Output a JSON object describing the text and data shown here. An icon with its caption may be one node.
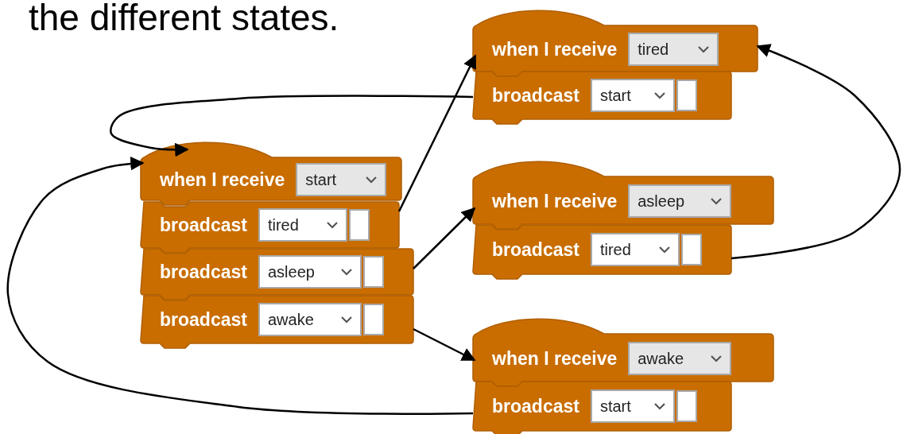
{
  "diagram": {
    "nodes": [
      {
        "text": [
          "when I receive",
          "start"
        ]
      },
      {
        "text": [
          "broadcast",
          "tired"
        ]
      },
      {
        "text": [
          "broadcast",
          "asleep"
        ]
      },
      {
        "text": [
          "broadcast",
          "awake"
        ]
      },
      {
        "text": [
          "when I receive",
          "tired"
        ]
      },
      {
        "text": [
          "broadcast",
          "start"
        ]
      },
      {
        "text": [
          "when I receive",
          "asleep"
        ]
      },
      {
        "text": [
          "broadcast",
          "tired"
        ]
      },
      {
        "text": [
          "when I receive",
          "awake"
        ]
      },
      {
        "text": [
          "broadcast",
          "start"
        ]
      }
    ],
    "edges": [
      {
        "from": 1,
        "to": 4,
        "arrow": "to"
      },
      {
        "from": 2,
        "to": 6,
        "arrow": "to"
      },
      {
        "from": 3,
        "to": 8,
        "arrow": "to"
      },
      {
        "from": 5,
        "to": 0,
        "arrow": "to"
      },
      {
        "from": 7,
        "to": 4,
        "arrow": "to"
      },
      {
        "from": 9,
        "to": 0,
        "arrow": "to"
      }
    ],
    "labels": [
      "the different states."
    ]
  }
}
